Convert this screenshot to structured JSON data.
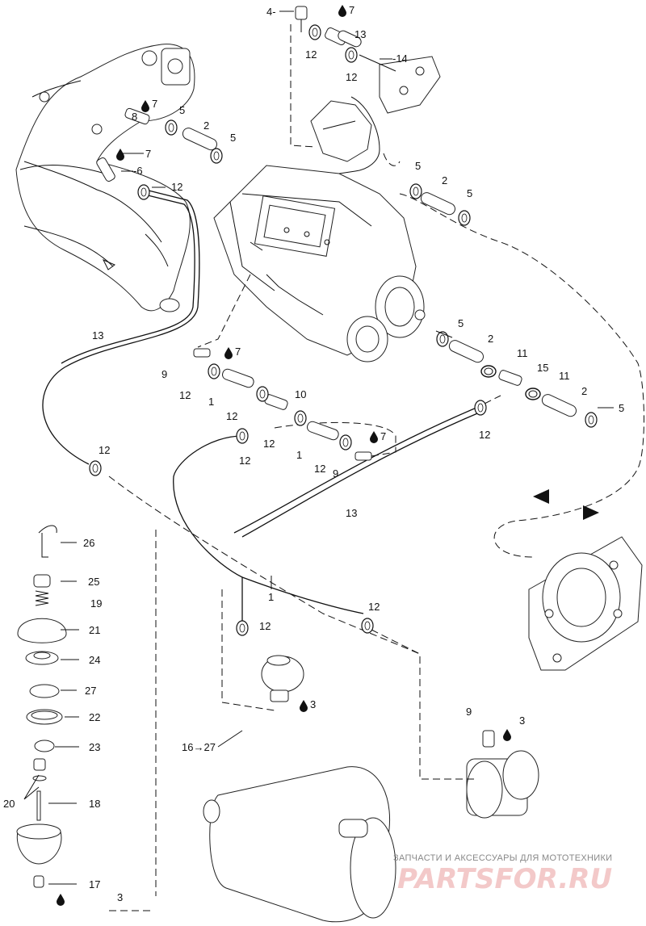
{
  "callouts": {
    "c1a": "1",
    "c1b": "1",
    "c1c": "1",
    "c2a": "2",
    "c2b": "2",
    "c2c": "2",
    "c2d": "2",
    "c3a": "3",
    "c3b": "3",
    "c3c": "3",
    "c4": "4-",
    "c5a": "5",
    "c5b": "5",
    "c5c": "5",
    "c5d": "5",
    "c5e": "5",
    "c5f": "5",
    "c6": "-6",
    "c7a": "7",
    "c7b": "7",
    "c7c": "7",
    "c7d": "7",
    "c7e": "7",
    "c8": "8",
    "c9a": "9",
    "c9b": "9",
    "c9c": "9",
    "c10": "10",
    "c11a": "11",
    "c11b": "11",
    "c12": [
      "12",
      "12",
      "12",
      "12",
      "12",
      "12",
      "12",
      "12",
      "12",
      "12",
      "12",
      "12"
    ],
    "c13a": "13",
    "c13b": "13",
    "c13c": "13",
    "c14": "-14",
    "c15": "15",
    "c16": "16→27",
    "c17": "17",
    "c18": "18",
    "c19": "19",
    "c20": "20",
    "c21": "21",
    "c22": "22",
    "c23": "23",
    "c24": "24",
    "c25": "25",
    "c26": "26",
    "c27": "27"
  },
  "watermark": {
    "line1": "ЗАПЧАСТИ И АКСЕССУАРЫ ДЛЯ МОТОТЕХНИКИ",
    "line2": "PARTSFOR.RU"
  },
  "icons": {
    "oil_drop": "oil-drop-icon",
    "flow_arrow": "flow-arrow-icon"
  }
}
